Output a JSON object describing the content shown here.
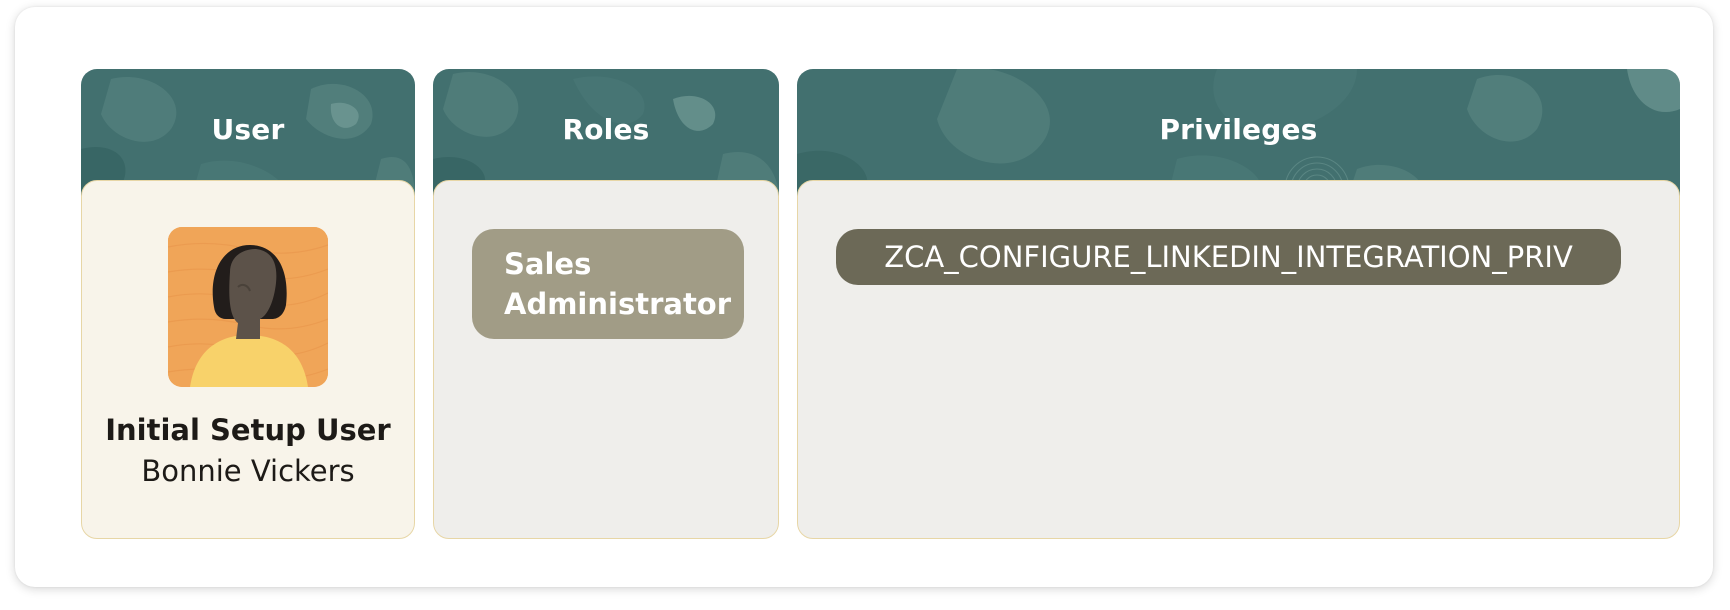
{
  "colors": {
    "header_teal": "#42706f",
    "user_panel_bg": "#f8f4ea",
    "panel_bg": "#efeeeb",
    "panel_border": "#e7d6a6",
    "role_chip": "#a19c86",
    "privilege_chip": "#6c6957",
    "avatar_bg": "#f0a558"
  },
  "user_panel": {
    "title": "User",
    "avatar_icon": "person-avatar-icon",
    "role_label": "Initial Setup User",
    "name": "Bonnie Vickers"
  },
  "roles_panel": {
    "title": "Roles",
    "roles": [
      {
        "line1": "Sales",
        "line2": "Administrator"
      }
    ]
  },
  "privileges_panel": {
    "title": "Privileges",
    "privileges": [
      "ZCA_CONFIGURE_LINKEDIN_INTEGRATION_PRIV"
    ]
  }
}
